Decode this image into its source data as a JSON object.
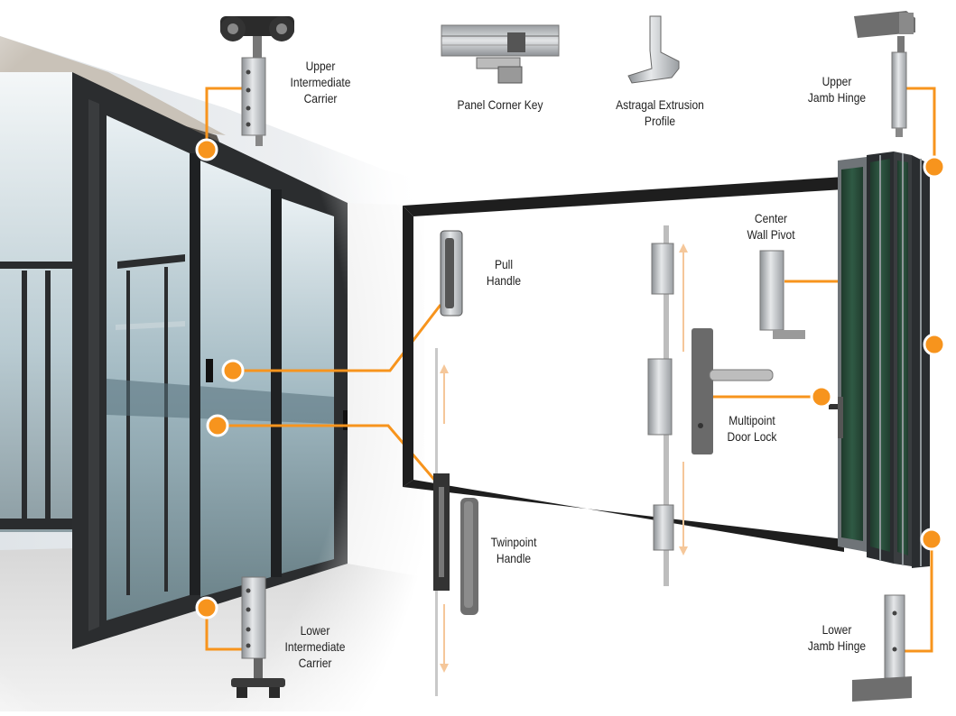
{
  "accent_color": "#f7941d",
  "callouts": {
    "upper_intermediate_carrier": [
      "Upper",
      "Intermediate",
      "Carrier"
    ],
    "panel_corner_key": [
      "Panel Corner Key"
    ],
    "astragal_extrusion_profile": [
      "Astragal Extrusion",
      "Profile"
    ],
    "upper_jamb_hinge": [
      "Upper",
      "Jamb Hinge"
    ],
    "pull_handle": [
      "Pull",
      "Handle"
    ],
    "center_wall_pivot": [
      "Center",
      "Wall Pivot"
    ],
    "multipoint_door_lock": [
      "Multipoint",
      "Door Lock"
    ],
    "twinpoint_handle": [
      "Twinpoint",
      "Handle"
    ],
    "lower_intermediate_carrier": [
      "Lower",
      "Intermediate",
      "Carrier"
    ],
    "lower_jamb_hinge": [
      "Lower",
      "Jamb Hinge"
    ]
  }
}
